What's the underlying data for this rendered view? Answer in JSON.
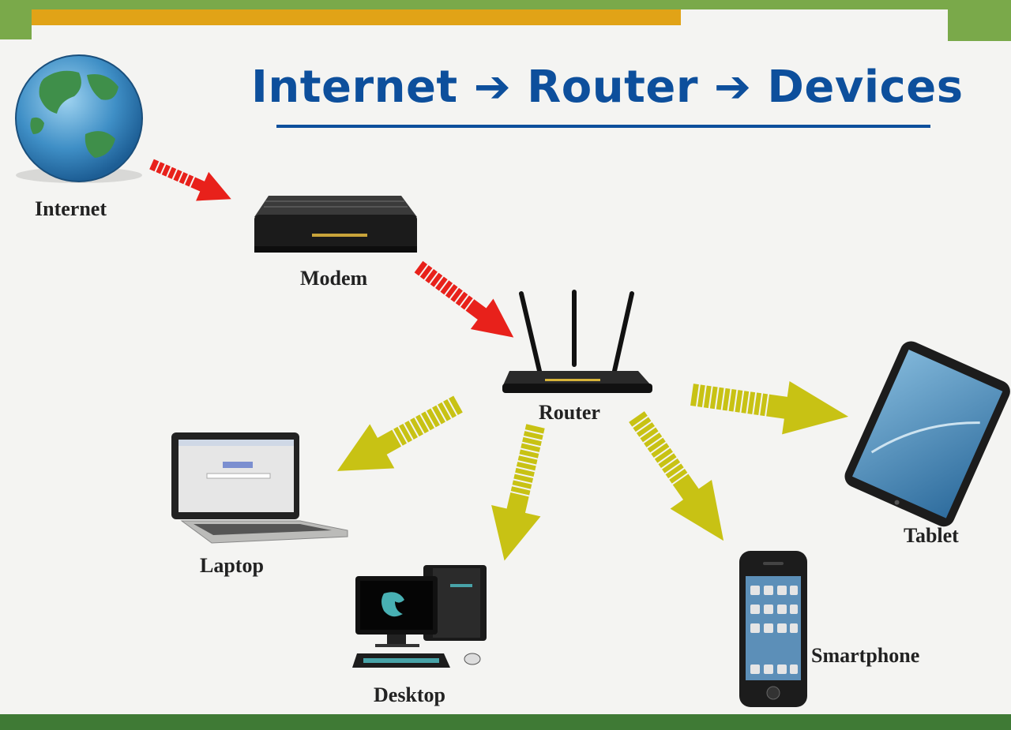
{
  "title": {
    "part1": "Internet",
    "part2": "Router",
    "part3": "Devices"
  },
  "nodes": {
    "internet": "Internet",
    "modem": "Modem",
    "router": "Router",
    "laptop": "Laptop",
    "desktop": "Desktop",
    "smartphone": "Smartphone",
    "tablet": "Tablet"
  },
  "colors": {
    "title": "#0d4f9c",
    "upstream_arrow": "#e8211b",
    "downstream_arrow": "#c8c214",
    "frame_green": "#7aa94a",
    "frame_orange": "#e1a317"
  }
}
